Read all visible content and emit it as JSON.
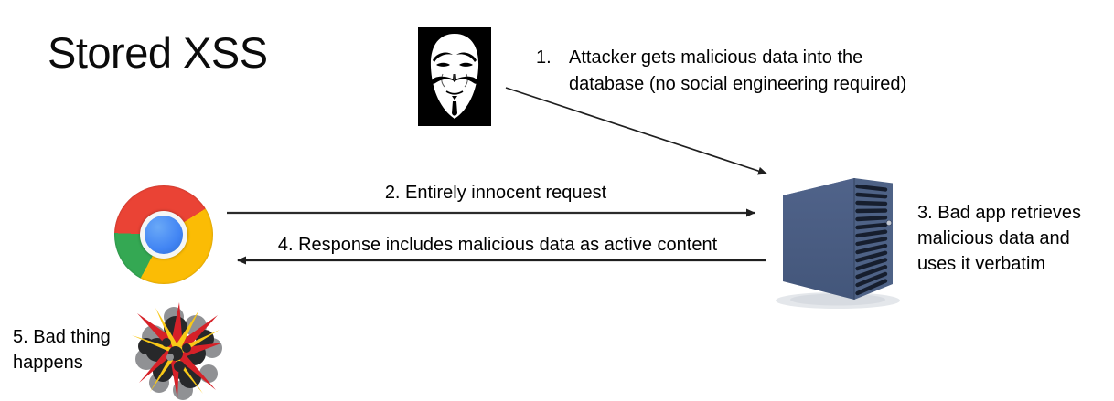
{
  "title": "Stored XSS",
  "steps": {
    "step1": {
      "number": "1.",
      "text": "Attacker gets malicious data into the database (no social engineering required)"
    },
    "step2": {
      "label": "2. Entirely innocent request"
    },
    "step3": {
      "label": "3. Bad app retrieves malicious data and uses it verbatim"
    },
    "step4": {
      "label": "4. Response includes malicious data as active content"
    },
    "step5": {
      "label": "5. Bad thing happens"
    }
  },
  "icons": {
    "attacker": "guy-fawkes-mask-icon",
    "browser": "chrome-browser-icon",
    "server": "server-tower-icon",
    "explosion": "explosion-icon"
  },
  "colors": {
    "background": "#ffffff",
    "text": "#000000",
    "arrow": "#1f1f1f",
    "server_body": "#46597e",
    "server_panel": "#4e6286",
    "server_vent": "#161e2e",
    "chrome_red": "#ea4335",
    "chrome_yellow": "#fbbc05",
    "chrome_green": "#34a853",
    "chrome_blue": "#4285f4",
    "explosion_dark": "#27282a",
    "explosion_gray": "#909194",
    "explosion_red": "#d62128",
    "explosion_yellow": "#f8c818"
  }
}
